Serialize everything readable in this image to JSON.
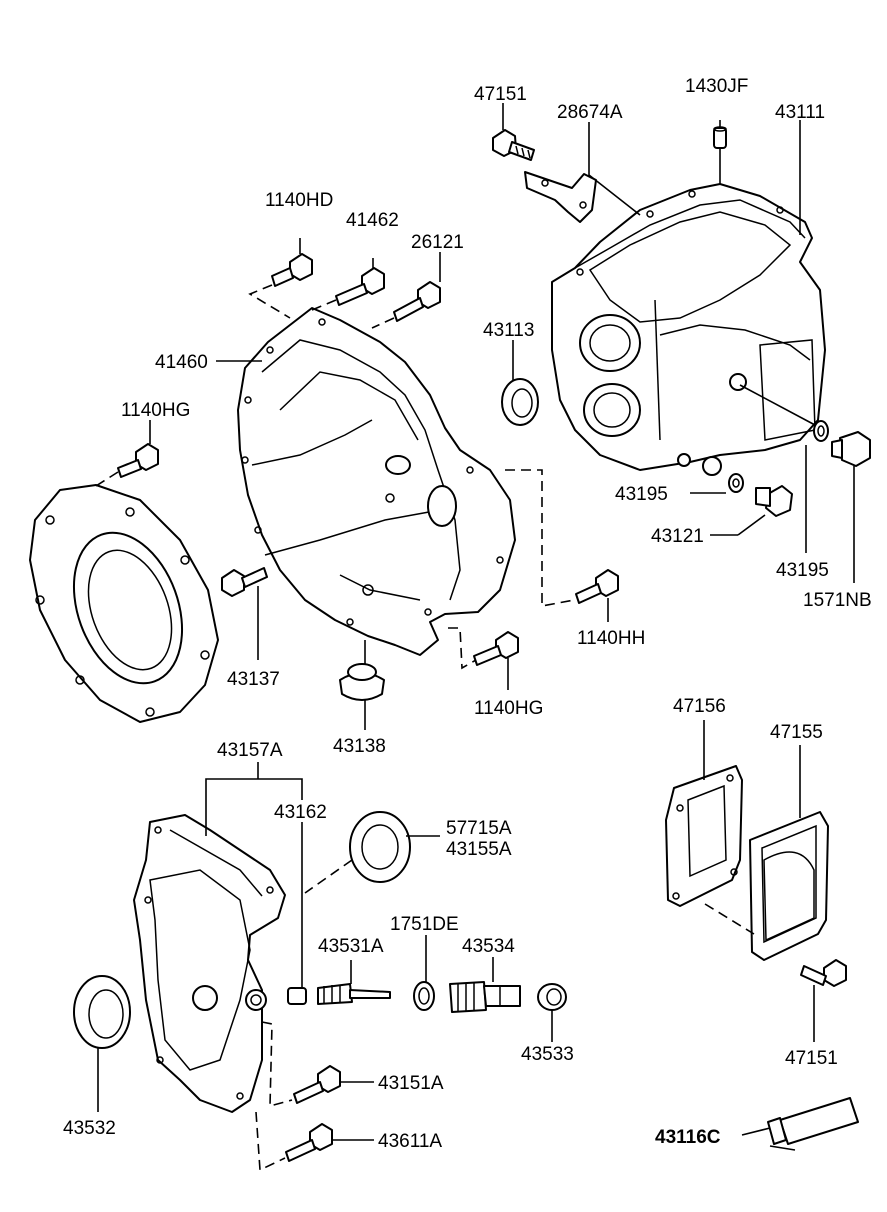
{
  "labels": {
    "p47151_top": "47151",
    "p28674A": "28674A",
    "p1430JF": "1430JF",
    "p43111": "43111",
    "p1140HD": "1140HD",
    "p41462": "41462",
    "p26121": "26121",
    "p43113": "43113",
    "p41460": "41460",
    "p1140HG_left": "1140HG",
    "p43195_a": "43195",
    "p43121": "43121",
    "p43195_b": "43195",
    "p1571NB": "1571NB",
    "p1140HH": "1140HH",
    "p43137": "43137",
    "p43138": "43138",
    "p1140HG_mid": "1140HG",
    "p43157A": "43157A",
    "p43162": "43162",
    "p57715A": "57715A",
    "p43155A": "43155A",
    "p47156": "47156",
    "p47155": "47155",
    "p1751DE": "1751DE",
    "p43531A": "43531A",
    "p43534": "43534",
    "p43533": "43533",
    "p43532": "43532",
    "p43151A": "43151A",
    "p43611A": "43611A",
    "p47151_bottom": "47151",
    "p43116C": "43116C"
  }
}
